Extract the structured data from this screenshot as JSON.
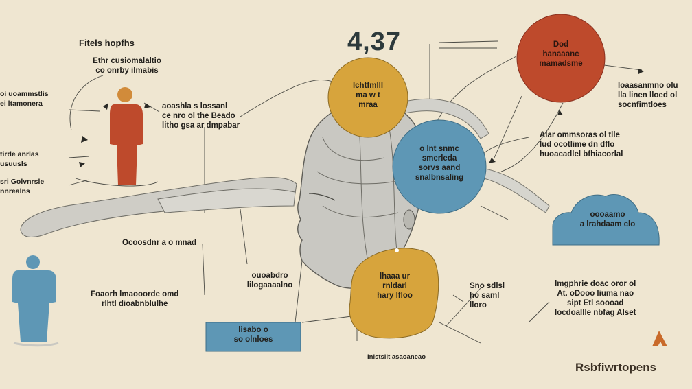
{
  "stat_number": "4,37",
  "labels": {
    "top_left_title": "Fitels hopfhs",
    "top_left_sub": "Ethr cusiomalaltio\nco onrby ilmabis",
    "left_a": "oi uoammstlis\nei ltamonera",
    "left_b": "tirde anrlas\nusuusls",
    "left_c": "sri Golvnrsle\nnnrealns",
    "center_left": "aoashla s lossanl\nce nro ol the Beado\nlitho gsa ar dmpabar",
    "ochre_bubble": "lchtfmlll\nma w t\nmraa",
    "blue_bubble": "o lnt snmc\nsmerleda\nsorvs aand\nsnalbnsaling",
    "red_circle": "Dod\nhanaaanc\nmamadsme",
    "right_top": "loaasanmno olu\nlla linen lloed ol\nsocnfimtloes",
    "right_mid": "Alar ommsoras ol tlle\nlud ocotlime dn dflo\nhuoacadlel bfhiacorlal",
    "cloud": "oooaamo\na lrahdaam clo",
    "bottom_left_a": "Ocoosdnr a o mnad",
    "bottom_left_b": "Foaorh lmaooorde omd\nrlhtl dioabnblulhe",
    "center_low": "ouoabdro\nlilogaaaalno",
    "yellow_blob": "lhaaa ur\nrnldarl\nhary lfloo",
    "blue_box": "lisabo o\nso olnloes",
    "right_low_small": "Sno sdlsl\nho saml\nlloro",
    "right_low": "lmgphrie doac oror ol\nAt. oDooo liuma nao\nsipt Etl soooad\nlocdoallle nbfag Alset",
    "bottom_caption": "lnlstsllt  asaoaneao"
  },
  "brand": "Rsbfiwrtopens",
  "colors": {
    "background": "#efe6d1",
    "ochre": "#d7a43c",
    "blue": "#5e97b5",
    "red": "#be4a2c",
    "gray_head": "#c9c8c2",
    "ink": "#22201c"
  }
}
